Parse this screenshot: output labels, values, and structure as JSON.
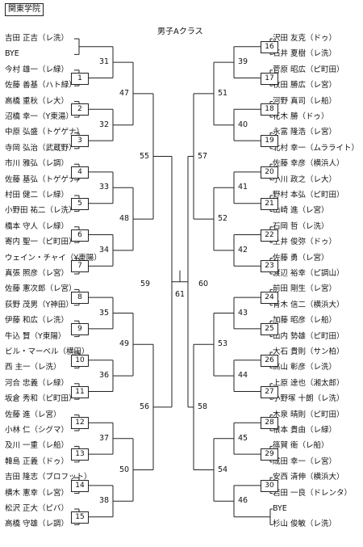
{
  "header": {
    "venue": "関東学院",
    "title": "男子Aクラス"
  },
  "left_players": [
    "吉田 正吉（レ洗）",
    "BYE",
    "今村 雄一（レ緑）",
    "佐藤 善基（ハト緑）",
    "高橋 重秋（レ大）",
    "沼橋 幸一（Y東湯）",
    "中原 弘盛（トゲゲナ）",
    "寺岡 弘治（武蔵野）",
    "市川 雅弘（レ調）",
    "佐藤 基弘（トゲゲナ）",
    "村田 健二（レ緑）",
    "小野田 祐二（レ洗）",
    "橋本 守人（レ緑）",
    "寄内 聖一（ピ町田）",
    "ウェイン・チャイ（Y東陽）",
    "真張 照彦（レ宮）",
    "佐藤 憲次郎（レ宮）",
    "荻野 茂男（Y神田）",
    "伊藤 和広（レ洗）",
    "牛込 賢（Y東陽）",
    "ビル・マーベル（横田）",
    "西 主一（レ洗）",
    "河合 忠義（レ緑）",
    "坂倉 秀和（ピ町田）",
    "佐藤 進（レ宮）",
    "小林 仁（シグマ）",
    "及川 一重（レ船）",
    "韓島 正義（ドゥ）",
    "吉田 隆志（ブロフット）",
    "横木 憲幸（レ宮）",
    "松沢 正大（ピバ）",
    "高橋 守雄（レ調）"
  ],
  "right_players": [
    "沢田 友克（ドゥ）",
    "石井 夏樹（レ洗）",
    "菅原 昭広（ピ町田）",
    "牧田 勝広（レ宮）",
    "河野 真司（レ船）",
    "花木 勝（ドゥ）",
    "永富 隆浩（レ宮）",
    "北村 幸一（ムラライト）",
    "佐藤 幸彦（横浜人）",
    "小川 政之（レ大）",
    "野村 本弘（ピ町田）",
    "山崎 進（レ宮）",
    "石岡 哲（レ洗）",
    "土井 俊弥（ドゥ）",
    "佐藤 勇（レ宮）",
    "渡辺 裕幸（ピ調山）",
    "前田 剛生（レ宮）",
    "青木 信二（横浜大）",
    "加藤 昭彦（レ船）",
    "山内 勢雄（ピ町田）",
    "大石 貴則（サン柏）",
    "高山 彰彦（レ洗）",
    "上原 達也（湘太郎）",
    "小野塚 十朗（レ洗）",
    "木泉 晴則（ピ町田）",
    "根本 貴由（レ緑）",
    "篠賀 衛（レ船）",
    "成田 幸一（レ宮）",
    "安西 清伸（横浜大）",
    "岩田 一良（ドレンタ）",
    "BYE",
    "杉山 俊敏（レ洗）"
  ],
  "left_r1": [
    "1",
    "2",
    "3",
    "4",
    "5",
    "6",
    "7",
    "8",
    "9",
    "10",
    "11",
    "12",
    "13",
    "14",
    "15"
  ],
  "right_r1": [
    "16",
    "17",
    "18",
    "19",
    "20",
    "21",
    "22",
    "23",
    "24",
    "25",
    "26",
    "27",
    "28",
    "29",
    "30"
  ],
  "left_r2": [
    "31",
    "32",
    "33",
    "34",
    "35",
    "36",
    "37",
    "38"
  ],
  "right_r2": [
    "39",
    "40",
    "41",
    "42",
    "43",
    "44",
    "45",
    "46"
  ],
  "left_r3": [
    "47",
    "48",
    "49",
    "50"
  ],
  "right_r3": [
    "51",
    "52",
    "53",
    "54"
  ],
  "left_r4": [
    "55",
    "56"
  ],
  "right_r4": [
    "57",
    "58"
  ],
  "semis": [
    "59",
    "60"
  ],
  "final": "61"
}
